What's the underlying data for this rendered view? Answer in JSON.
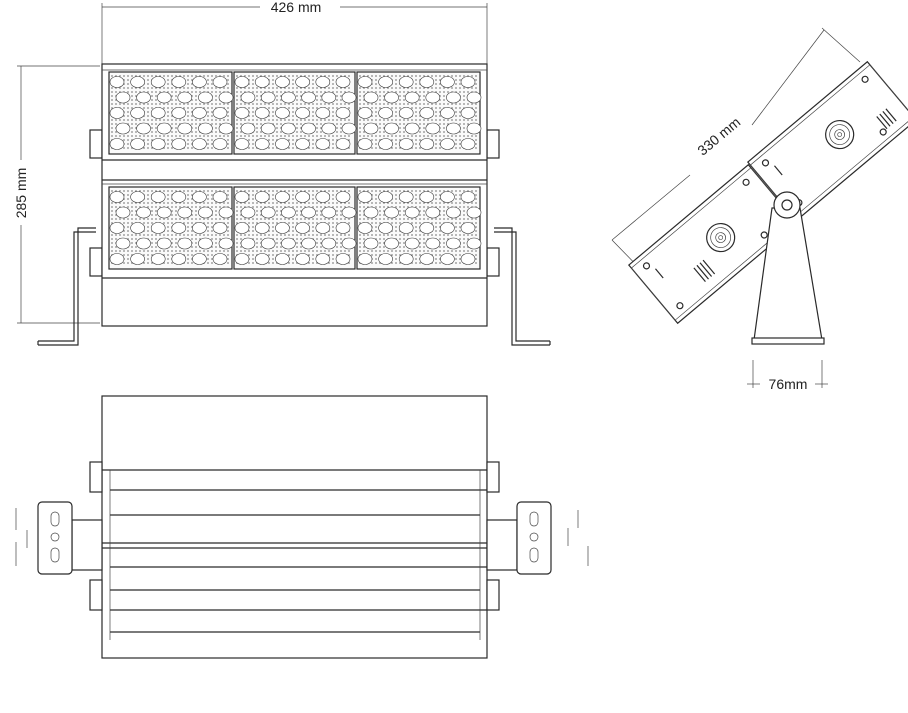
{
  "dimensions": {
    "width_label": "426 mm",
    "height_label": "285 mm",
    "diagonal_label": "330 mm",
    "base_label": "76mm"
  },
  "colors": {
    "line": "#2a2a2a",
    "background": "#ffffff",
    "led_dots": "#8a8a8a"
  }
}
